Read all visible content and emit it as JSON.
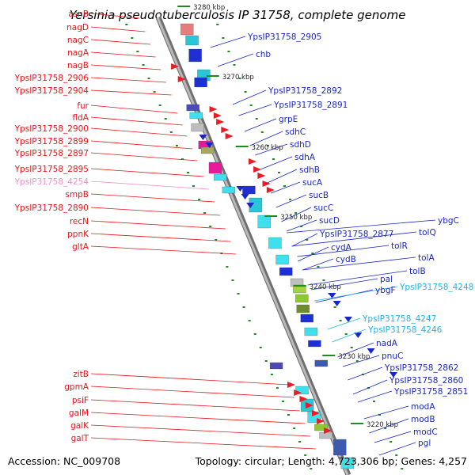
{
  "title": "Yersinia pseudotuberculosis IP 31758, complete genome",
  "footer": {
    "accession": "Accession: NC_009708",
    "topology": "Topology: circular; Length: 4,723,306 bp; Genes: 4,257"
  },
  "colors": {
    "left_label": "#e8141a",
    "left_pseudo": "#ee93c5",
    "right_label": "#1a26c9",
    "right_special": "#21b4e8",
    "backbone": "#9a9a9a",
    "ticks": "#1f8a1f"
  },
  "scale_ticks": [
    "3280 kbp",
    "3270 kbp",
    "3260 kbp",
    "3250 kbp",
    "3240 kbp",
    "3230 kbp",
    "3220 kbp"
  ],
  "left_labels": [
    {
      "text": "asnB",
      "type": "normal"
    },
    {
      "text": "nagD",
      "type": "normal"
    },
    {
      "text": "nagC",
      "type": "normal"
    },
    {
      "text": "nagA",
      "type": "normal"
    },
    {
      "text": "nagB",
      "type": "normal"
    },
    {
      "text": "YpsIP31758_2906",
      "type": "normal"
    },
    {
      "text": "YpsIP31758_2904",
      "type": "normal"
    },
    {
      "text": "fur",
      "type": "normal"
    },
    {
      "text": "fldA",
      "type": "normal"
    },
    {
      "text": "YpsIP31758_2900",
      "type": "normal"
    },
    {
      "text": "YpsIP31758_2899",
      "type": "normal"
    },
    {
      "text": "YpsIP31758_2897",
      "type": "normal"
    },
    {
      "text": "YpsIP31758_2895",
      "type": "normal"
    },
    {
      "text": "YpsIP31758_4254",
      "type": "pseudo"
    },
    {
      "text": "smpB",
      "type": "normal"
    },
    {
      "text": "YpsIP31758_2890",
      "type": "normal"
    },
    {
      "text": "recN",
      "type": "normal"
    },
    {
      "text": "ppnK",
      "type": "normal"
    },
    {
      "text": "gltA",
      "type": "normal"
    },
    {
      "text": "zitB",
      "type": "normal"
    },
    {
      "text": "gpmA",
      "type": "normal"
    },
    {
      "text": "psiF",
      "type": "normal"
    },
    {
      "text": "galM",
      "type": "normal"
    },
    {
      "text": "galK",
      "type": "normal"
    },
    {
      "text": "galT",
      "type": "normal"
    }
  ],
  "right_labels": [
    {
      "text": "YpsIP31758_2905",
      "type": "normal"
    },
    {
      "text": "chb",
      "type": "normal"
    },
    {
      "text": "YpsIP31758_2892",
      "type": "normal"
    },
    {
      "text": "YpsIP31758_2891",
      "type": "normal"
    },
    {
      "text": "grpE",
      "type": "normal"
    },
    {
      "text": "sdhC",
      "type": "normal"
    },
    {
      "text": "sdhD",
      "type": "normal"
    },
    {
      "text": "sdhA",
      "type": "normal"
    },
    {
      "text": "sdhB",
      "type": "normal"
    },
    {
      "text": "sucA",
      "type": "normal"
    },
    {
      "text": "sucB",
      "type": "normal"
    },
    {
      "text": "sucC",
      "type": "normal"
    },
    {
      "text": "sucD",
      "type": "normal"
    },
    {
      "text": "YpsIP31758_2877",
      "type": "normal"
    },
    {
      "text": "cydA",
      "type": "normal"
    },
    {
      "text": "cydB",
      "type": "normal"
    },
    {
      "text": "ybgC",
      "type": "normal"
    },
    {
      "text": "tolQ",
      "type": "normal"
    },
    {
      "text": "tolR",
      "type": "normal"
    },
    {
      "text": "tolA",
      "type": "normal"
    },
    {
      "text": "tolB",
      "type": "normal"
    },
    {
      "text": "pal",
      "type": "normal"
    },
    {
      "text": "ybgF",
      "type": "normal"
    },
    {
      "text": "YpsIP31758_4248",
      "type": "special"
    },
    {
      "text": "YpsIP31758_4247",
      "type": "special"
    },
    {
      "text": "YpsIP31758_4246",
      "type": "special"
    },
    {
      "text": "nadA",
      "type": "normal"
    },
    {
      "text": "pnuC",
      "type": "normal"
    },
    {
      "text": "YpsIP31758_2862",
      "type": "normal"
    },
    {
      "text": "YpsIP31758_2860",
      "type": "normal"
    },
    {
      "text": "YpsIP31758_2851",
      "type": "normal"
    },
    {
      "text": "modA",
      "type": "normal"
    },
    {
      "text": "modB",
      "type": "normal"
    },
    {
      "text": "modC",
      "type": "normal"
    },
    {
      "text": "pgl",
      "type": "normal"
    }
  ]
}
